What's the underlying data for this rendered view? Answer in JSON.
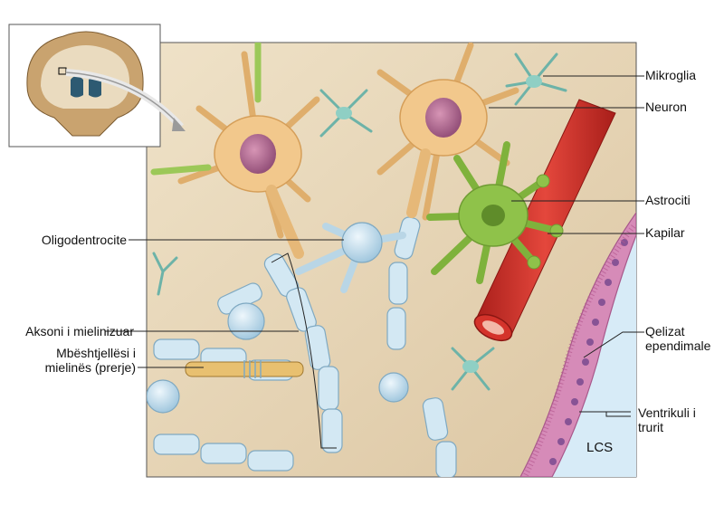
{
  "labels_right": {
    "mikroglia": "Mikroglia",
    "neuron": "Neuron",
    "astrociti": "Astrociti",
    "kapilar": "Kapilar",
    "qelizat_line1": "Qelizat",
    "qelizat_line2": "ependimale",
    "ventrikuli_line1": "Ventrikuli i",
    "ventrikuli_line2": "trurit"
  },
  "labels_left": {
    "oligodentrocite": "Oligodentrocite",
    "aksoni": "Aksoni i mielinizuar",
    "mbeshtjellesi_line1": "Mbështjellësi i",
    "mbeshtjellesi_line2": "mielinës (prerje)"
  },
  "labels_inside": {
    "lcs": "LCS"
  },
  "colors": {
    "tissue_bg": "#e9d9bd",
    "neuron": "#f2c88c",
    "neuron_nucleus": "#b06a8a",
    "astrocyte": "#8fc24a",
    "capillary": "#d4332b",
    "myelin": "#cfe6f2",
    "microglia": "#8fcfc4",
    "ependymal": "#d68bb8",
    "ventricle_fluid": "#cfe7f5"
  }
}
